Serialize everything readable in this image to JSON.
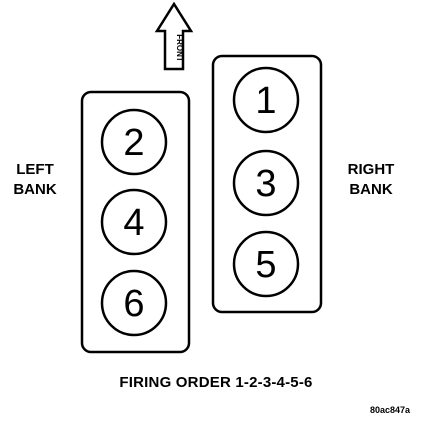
{
  "front_arrow": {
    "label": "FRONT"
  },
  "left_bank": {
    "label_line1": "LEFT",
    "label_line2": "BANK",
    "cylinders": [
      "2",
      "4",
      "6"
    ]
  },
  "right_bank": {
    "label_line1": "RIGHT",
    "label_line2": "BANK",
    "cylinders": [
      "1",
      "3",
      "5"
    ]
  },
  "firing_order": "FIRING ORDER 1-2-3-4-5-6",
  "figure_code": "80ac847a",
  "colors": {
    "ink": "#000000",
    "background": "#ffffff"
  }
}
